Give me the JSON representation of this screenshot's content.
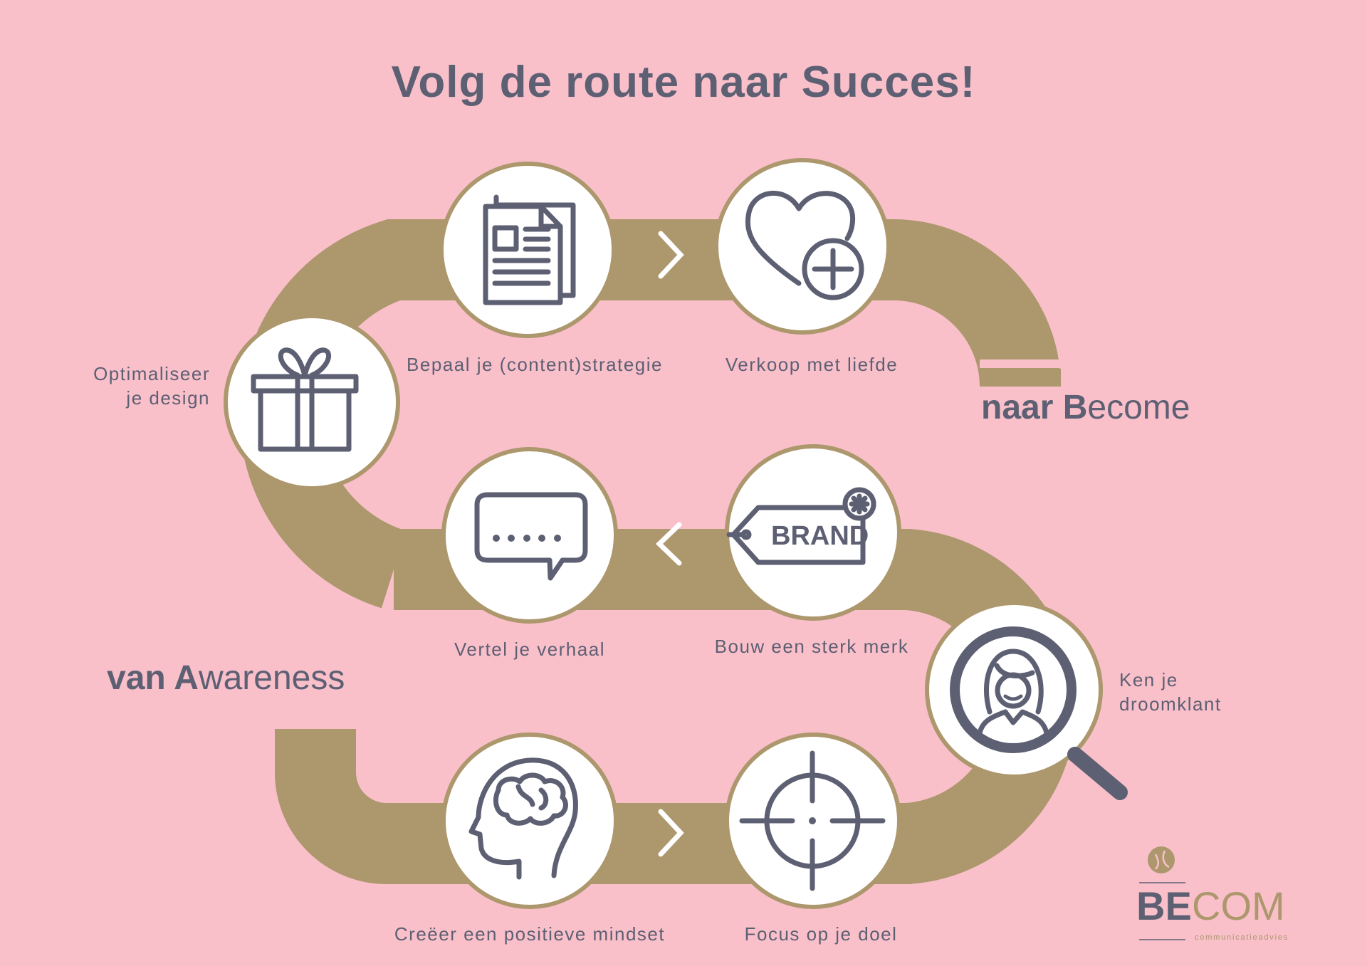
{
  "title": "Volg de route naar Succes!",
  "start_label": {
    "bold": "van A",
    "rest": "wareness"
  },
  "end_label": {
    "bold": "naar B",
    "rest": "ecome"
  },
  "steps": [
    {
      "label": "Creëer een positieve mindset",
      "icon": "brain-head-icon"
    },
    {
      "label": "Focus op je doel",
      "icon": "target-icon"
    },
    {
      "label": "Ken je\ndroomklant",
      "icon": "magnifier-person-icon"
    },
    {
      "label": "Bouw een sterk merk",
      "icon": "brand-tag-icon"
    },
    {
      "label": "Vertel je verhaal",
      "icon": "speech-bubble-icon"
    },
    {
      "label": "Optimaliseer\nje design",
      "icon": "gift-icon"
    },
    {
      "label": "Bepaal je (content)strategie",
      "icon": "document-icon"
    },
    {
      "label": "Verkoop met liefde",
      "icon": "heart-plus-icon"
    }
  ],
  "brand_tag_text": "BRAND",
  "logo": {
    "be": "BE",
    "com": "COM",
    "tagline": "communicatieadvies"
  },
  "colors": {
    "background": "#f9c0ca",
    "road": "#ad976d",
    "icon": "#5d5f73",
    "circle": "#ffffff",
    "circle_border": "#ad976d"
  }
}
